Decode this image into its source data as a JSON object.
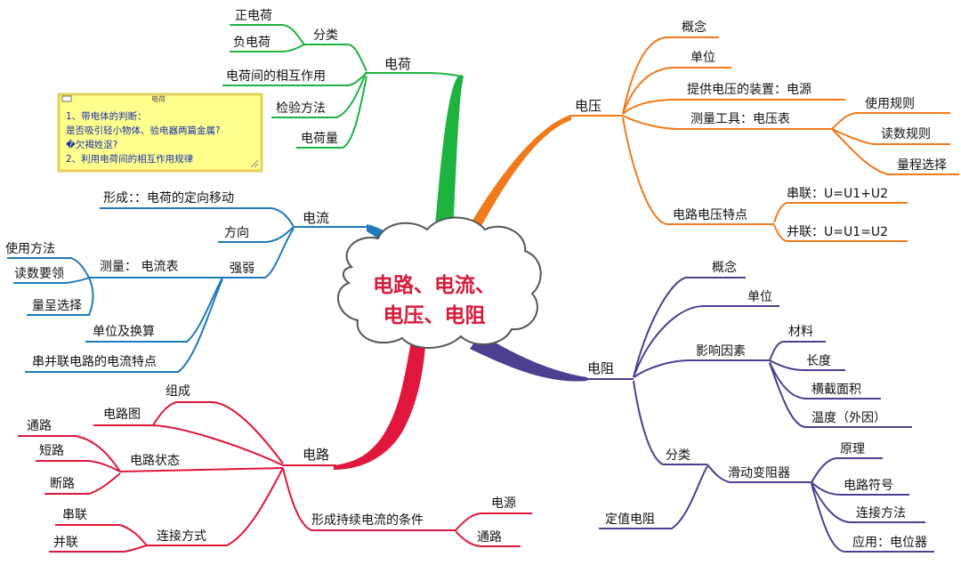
{
  "center": {
    "line1": "电路、电流、",
    "line2": "电压、电阻"
  },
  "colors": {
    "charge": "#1db33f",
    "current": "#1f7ab8",
    "voltage": "#f07a1c",
    "resistance": "#4b3f8f",
    "circuit": "#e0163c",
    "note_bg": "#ffff8c",
    "note_border": "#e6cf5a"
  },
  "charge": {
    "title": "电荷",
    "classify": "分类",
    "positive": "正电荷",
    "negative": "负电荷",
    "interaction": "电荷间的相互作用",
    "test_method": "检验方法",
    "quantity": "电荷量"
  },
  "note": {
    "title": "电荷",
    "line1": "1、带电体的判断：",
    "line2": "是否吸引轻小物体、验电器两篇金属?",
    "line3": "�欠褐姓沤?",
    "line4": "2、利用电荷间的相互作用规律"
  },
  "current": {
    "title": "电流",
    "formation": "形成：：电荷的定向移动",
    "direction": "方向",
    "strength": "强弱",
    "measure": "测量：  电流表",
    "usage": "使用方法",
    "reading": "读数要领",
    "range": "量呈选择",
    "unit": "单位及换算",
    "series_parallel": "串并联电路的电流特点"
  },
  "voltage": {
    "title": "电压",
    "concept": "概念",
    "unit": "单位",
    "source": "提供电压的装置：电源",
    "meter": "测量工具：电压表",
    "rules": "使用规则",
    "reading": "读数规则",
    "range": "量程选择",
    "circuit_features": "电路电压特点",
    "series": "串联：U=U1+U2",
    "parallel": "并联：U=U1=U2"
  },
  "resistance": {
    "title": "电阻",
    "concept": "概念",
    "unit": "单位",
    "factors": "影响因素",
    "material": "材料",
    "length": "长度",
    "area": "横截面积",
    "temperature": "温度（外因）",
    "classify": "分类",
    "rheostat": "滑动变阻器",
    "principle": "原理",
    "symbol": "电路符号",
    "connection": "连接方法",
    "application": "应用：电位器",
    "fixed": "定值电阻"
  },
  "circuit": {
    "title": "电路",
    "diagram": "电路图",
    "composition": "组成",
    "state": "电路状态",
    "pathway": "通路",
    "short": "短路",
    "open": "断路",
    "connection": "连接方式",
    "series": "串联",
    "parallel": "并联",
    "condition": "形成持续电流的条件",
    "source": "电源",
    "path": "通路"
  }
}
